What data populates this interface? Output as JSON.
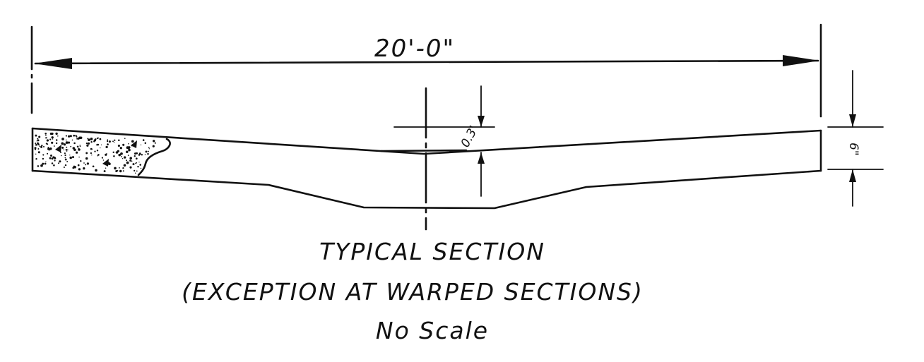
{
  "dimensions": {
    "overall_width": "20'-0\"",
    "crown_drop": "0.3'",
    "edge_thickness": "6\""
  },
  "caption": {
    "line1": "TYPICAL SECTION",
    "line2": "(EXCEPTION AT WARPED SECTIONS)",
    "line3": "No Scale"
  },
  "colors": {
    "ink": "#111111",
    "paper": "#ffffff"
  }
}
